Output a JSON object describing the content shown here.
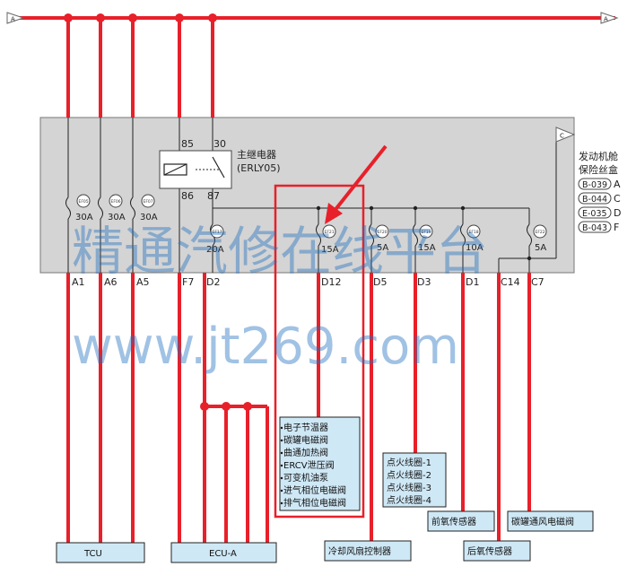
{
  "connector": {
    "left": "A",
    "right": "A",
    "side": "C"
  },
  "module": {
    "relay": {
      "pin_85": "85",
      "pin_30": "30",
      "pin_86": "86",
      "pin_87": "87",
      "name": "主继电器",
      "code": "(ERLY05)"
    },
    "fusebox_title_1": "发动机舱",
    "fusebox_title_2": "保险丝盒",
    "connectors": [
      {
        "code": "B-039",
        "letter": "A"
      },
      {
        "code": "B-044",
        "letter": "C"
      },
      {
        "code": "E-035",
        "letter": "D"
      },
      {
        "code": "B-043",
        "letter": "F"
      }
    ]
  },
  "fuses": [
    {
      "code": "EF05",
      "rating": "30A",
      "pin": "A1"
    },
    {
      "code": "EF06",
      "rating": "30A",
      "pin": "A6"
    },
    {
      "code": "EF07",
      "rating": "30A",
      "pin": "A5"
    },
    {
      "code": "EF17",
      "rating": "20A",
      "pin": "D2"
    },
    {
      "code": "EF21",
      "rating": "15A",
      "pin": "D12"
    },
    {
      "code": "EF20",
      "rating": "5A",
      "pin": "D5"
    },
    {
      "code": "EF19",
      "rating": "15A",
      "pin": "D3"
    },
    {
      "code": "EF18",
      "rating": "10A",
      "pin": "D1"
    },
    {
      "code": "EF22",
      "rating": "5A",
      "pin": "C7"
    }
  ],
  "pins_extra": {
    "f7": "F7",
    "c14": "C14"
  },
  "loads": {
    "group_d12": [
      "电子节温器",
      "碳罐电磁阀",
      "曲通加热阀",
      "ERCV泄压阀",
      "可变机油泵",
      "进气相位电磁阀",
      "排气相位电磁阀"
    ],
    "group_d3": [
      "点火线圈-1",
      "点火线圈-2",
      "点火线圈-3",
      "点火线圈-4"
    ],
    "front_o2": "前氧传感器",
    "canister_vent": "碳罐通风电磁阀",
    "tcu": "TCU",
    "ecu": "ECU-A",
    "fan_ctrl": "冷却风扇控制器",
    "rear_o2": "后氧传感器"
  },
  "watermark": {
    "line1": "精通汽修在线平台",
    "line2": "www.jt269.com"
  },
  "colors": {
    "wire": "#e8202a",
    "module_fill": "#d4d4d4",
    "load_fill": "#cfe8f6",
    "watermark": "#1f6fc0"
  }
}
